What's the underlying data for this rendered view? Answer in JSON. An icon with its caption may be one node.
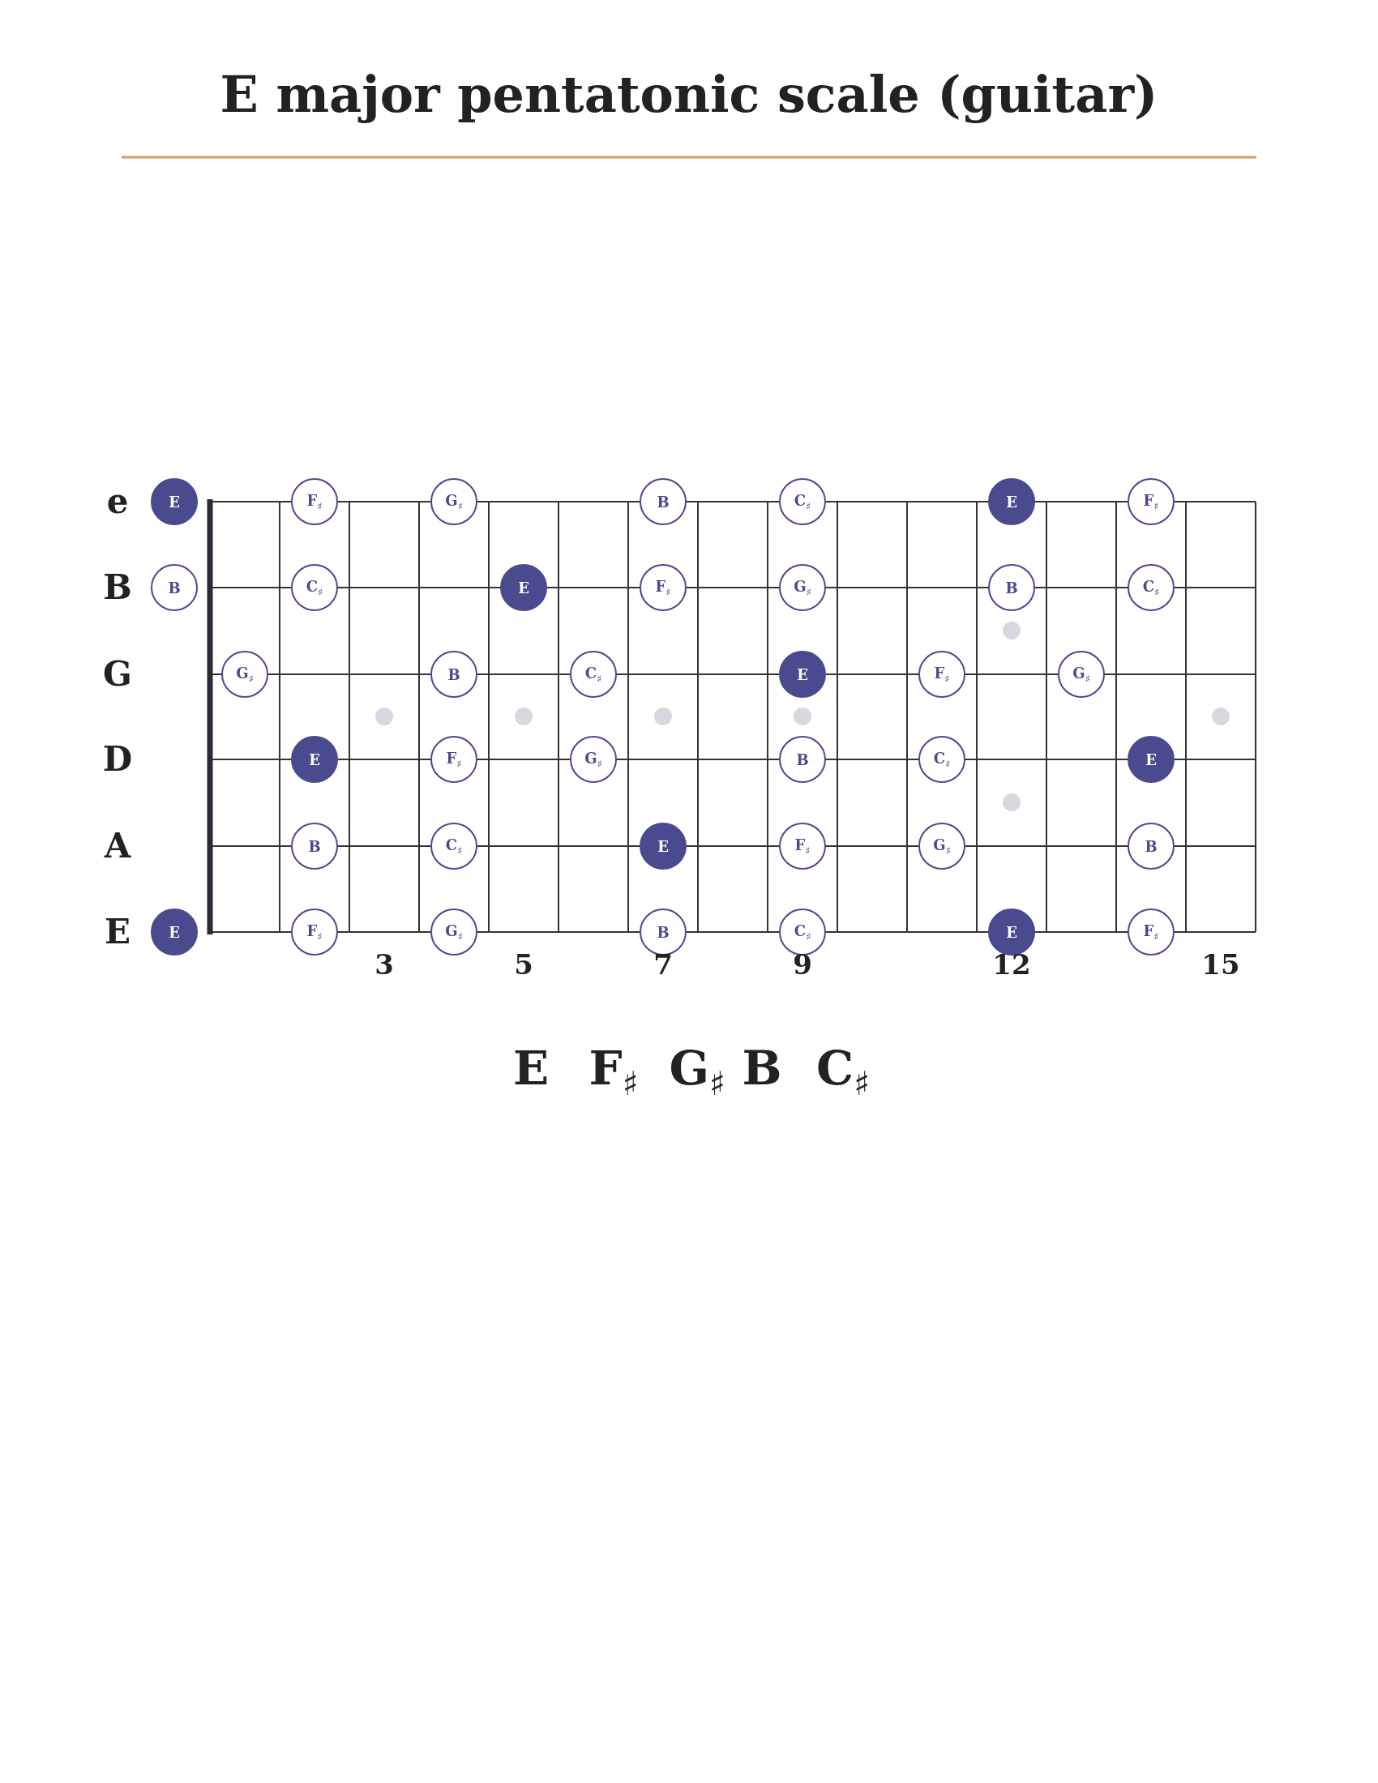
{
  "diagram": {
    "title": "E major pentatonic scale (guitar)",
    "nodes": [
      {
        "text": [
          "E"
        ]
      },
      {
        "text": [
          "F$_{♯}$"
        ]
      },
      {
        "text": [
          "G$_{♯}$"
        ]
      },
      {
        "text": [
          "B"
        ]
      },
      {
        "text": [
          "C$_{♯}$"
        ]
      },
      {
        "text": [
          "E"
        ]
      },
      {
        "text": [
          "F$_{♯}$"
        ]
      },
      {
        "text": [
          "B"
        ]
      },
      {
        "text": [
          "C$_{♯}$"
        ]
      },
      {
        "text": [
          "E"
        ]
      },
      {
        "text": [
          "F$_{♯}$"
        ]
      },
      {
        "text": [
          "G$_{♯}$"
        ]
      },
      {
        "text": [
          "B"
        ]
      },
      {
        "text": [
          "C$_{♯}$"
        ]
      },
      {
        "text": [
          "G$_{♯}$"
        ]
      },
      {
        "text": [
          "B"
        ]
      },
      {
        "text": [
          "C$_{♯}$"
        ]
      },
      {
        "text": [
          "E"
        ]
      },
      {
        "text": [
          "F$_{♯}$"
        ]
      },
      {
        "text": [
          "G$_{♯}$"
        ]
      },
      {
        "text": [
          "E"
        ]
      },
      {
        "text": [
          "F$_{♯}$"
        ]
      },
      {
        "text": [
          "G$_{♯}$"
        ]
      },
      {
        "text": [
          "B"
        ]
      },
      {
        "text": [
          "C$_{♯}$"
        ]
      },
      {
        "text": [
          "E"
        ]
      },
      {
        "text": [
          "B"
        ]
      },
      {
        "text": [
          "C$_{♯}$"
        ]
      },
      {
        "text": [
          "E"
        ]
      },
      {
        "text": [
          "F$_{♯}$"
        ]
      },
      {
        "text": [
          "G$_{♯}$"
        ]
      },
      {
        "text": [
          "B"
        ]
      },
      {
        "text": [
          "E"
        ]
      },
      {
        "text": [
          "F$_{♯}$"
        ]
      },
      {
        "text": [
          "G$_{♯}$"
        ]
      },
      {
        "text": [
          "B"
        ]
      },
      {
        "text": [
          "C$_{♯}$"
        ]
      },
      {
        "text": [
          "E"
        ]
      },
      {
        "text": [
          "F$_{♯}$"
        ]
      }
    ],
    "edges": [],
    "labels": [
      "e",
      "B",
      "G",
      "D",
      "A",
      "E",
      "3",
      "5",
      "7",
      "9",
      "12",
      "15",
      "E",
      "F$_{♯}$",
      "G$_{♯}$",
      "B",
      "C$_{♯}$"
    ]
  }
}
